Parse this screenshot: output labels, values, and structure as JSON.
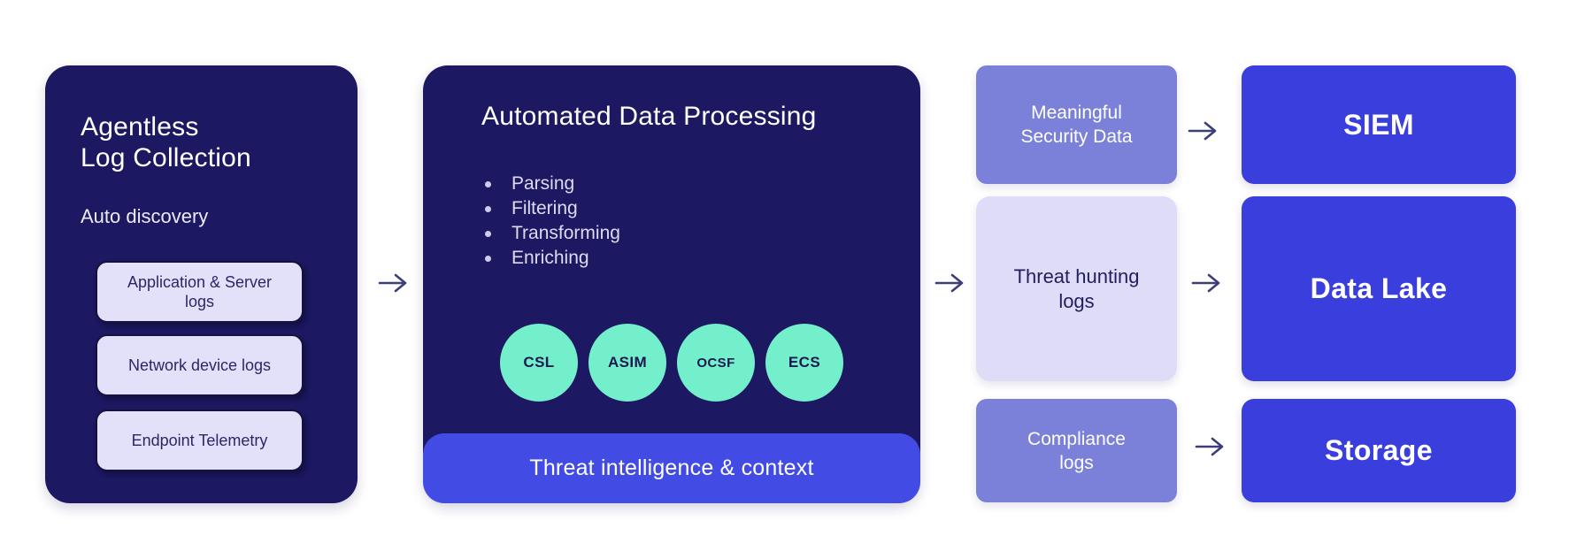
{
  "left_panel": {
    "title": "Agentless\nLog Collection",
    "subtitle": "Auto discovery",
    "sources": [
      "Application & Server\nlogs",
      "Network device logs",
      "Endpoint Telemetry"
    ]
  },
  "processing_panel": {
    "title": "Automated Data Processing",
    "bullets": [
      "Parsing",
      "Filtering",
      "Transforming",
      "Enriching"
    ],
    "schemas": [
      "CSL",
      "ASIM",
      "OCSF",
      "ECS"
    ],
    "footer": "Threat intelligence & context"
  },
  "flows": [
    {
      "data": "Meaningful\nSecurity Data",
      "destination": "SIEM"
    },
    {
      "data": "Threat hunting\nlogs",
      "destination": "Data Lake"
    },
    {
      "data": "Compliance\nlogs",
      "destination": "Storage"
    }
  ],
  "colors": {
    "navy_panel": "#1c1861",
    "destination_blue": "#3a3edd",
    "footer_bar_blue": "#434be5",
    "flow_purple": "#7b80d8",
    "flow_lavender": "#dfdcf7",
    "source_box_lavender": "#e3e1f9",
    "schema_mint": "#74efcb",
    "arrow_indigo": "#3b3e78",
    "text_navy": "#221e5e",
    "text_white": "#ffffff"
  }
}
